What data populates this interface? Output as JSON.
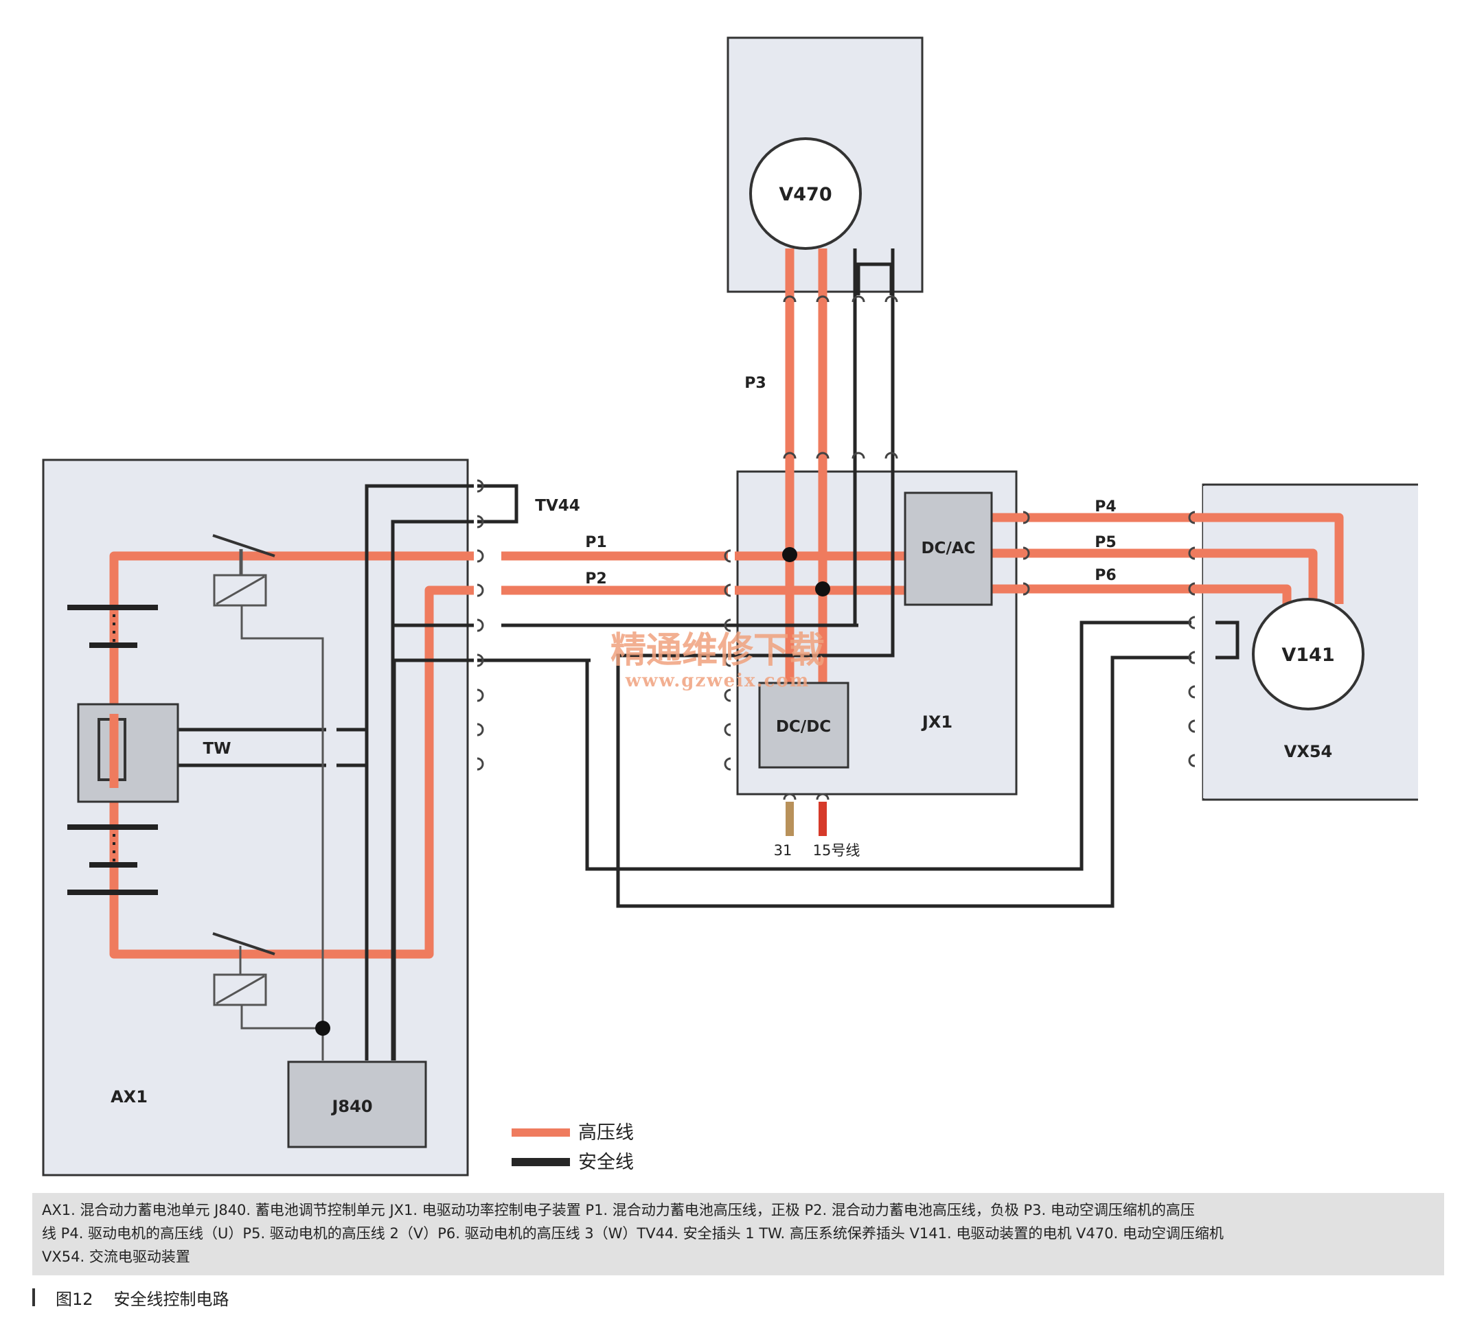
{
  "colors": {
    "high_voltage": "#ef7b5e",
    "safety_line": "#262626",
    "box_fill": "#e6e9f0",
    "component_fill": "#c5c8ce",
    "watermark": "#f0a27e"
  },
  "components": {
    "v470": "V470",
    "v141": "V141",
    "vx54": "VX54",
    "jx1": "JX1",
    "dc_ac": "DC/AC",
    "dc_dc": "DC/DC",
    "ax1": "AX1",
    "j840": "J840",
    "tw": "TW",
    "tv44": "TV44"
  },
  "wires": {
    "p1": "P1",
    "p2": "P2",
    "p3": "P3",
    "p4": "P4",
    "p5": "P5",
    "p6": "P6",
    "t31": "31",
    "t15": "15号线"
  },
  "legend": {
    "high_voltage": "高压线",
    "safety": "安全线"
  },
  "watermark": {
    "cn": "精通维修下载",
    "url": "www.gzweix.com"
  },
  "caption": {
    "line1": "AX1. 混合动力蓄电池单元  J840. 蓄电池调节控制单元  JX1. 电驱动功率控制电子装置  P1. 混合动力蓄电池高压线，正极  P2. 混合动力蓄电池高压线，负极  P3. 电动空调压缩机的高压",
    "line2": "线  P4. 驱动电机的高压线（U）P5. 驱动电机的高压线 2（V）P6. 驱动电机的高压线 3（W）TV44. 安全插头 1  TW. 高压系统保养插头  V141. 电驱动装置的电机  V470. 电动空调压缩机",
    "line3": "VX54. 交流电驱动装置"
  },
  "figure": {
    "number": "图12",
    "title": "安全线控制电路"
  }
}
